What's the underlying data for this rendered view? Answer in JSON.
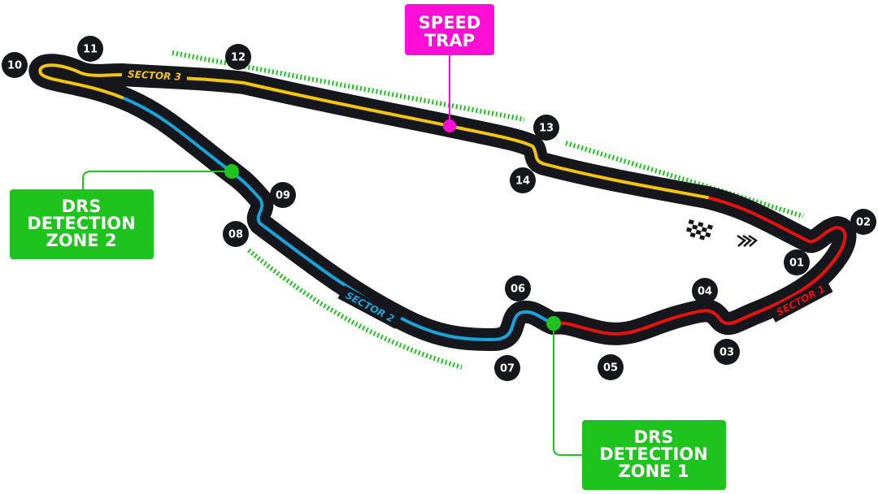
{
  "speed_trap": {
    "line1": "SPEED",
    "line2": "TRAP",
    "color": "#ff0ed6"
  },
  "drs_detection_1": {
    "line1": "DRS",
    "line2": "DETECTION",
    "line3": "ZONE 1"
  },
  "drs_detection_2": {
    "line1": "DRS",
    "line2": "DETECTION",
    "line3": "ZONE 2"
  },
  "sectors": [
    {
      "label": "SECTOR 1",
      "color": "#e8120c"
    },
    {
      "label": "SECTOR 2",
      "color": "#1aa3d9"
    },
    {
      "label": "SECTOR 3",
      "color": "#f2c511"
    }
  ],
  "corners": [
    "01",
    "02",
    "03",
    "04",
    "05",
    "06",
    "07",
    "08",
    "09",
    "10",
    "11",
    "12",
    "13",
    "14"
  ],
  "colors": {
    "track": "#16161d",
    "drs": "#1ec31e",
    "corner_badge": "#16161d"
  },
  "icons": [
    "checkered-flag-icon",
    "direction-chevrons-icon"
  ]
}
